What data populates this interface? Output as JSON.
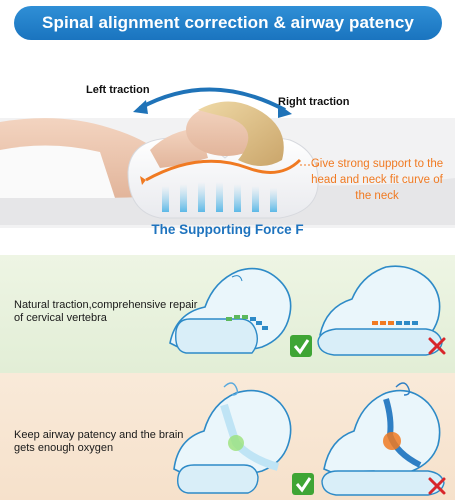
{
  "header": {
    "title": "Spinal alignment correction & airway patency"
  },
  "hero": {
    "left_traction": "Left traction",
    "right_traction": "Right traction",
    "support_note": "Give strong support to the head and neck fit curve of the neck",
    "supporting_force": "The Supporting Force F"
  },
  "comparisons": [
    {
      "caption": "Natural traction,comprehensive repair of cervical vertebra",
      "correct": "check-icon",
      "incorrect": "cross-icon"
    },
    {
      "caption": "Keep airway patency and the brain gets enough oxygen",
      "correct": "check-icon",
      "incorrect": "cross-icon"
    }
  ],
  "colors": {
    "banner_blue": "#1a74bf",
    "accent_orange": "#f07a22",
    "check_green": "#3fa535",
    "cross_red": "#d8262b",
    "panel_green": "#e2eed6",
    "panel_peach": "#f6e1cb"
  }
}
